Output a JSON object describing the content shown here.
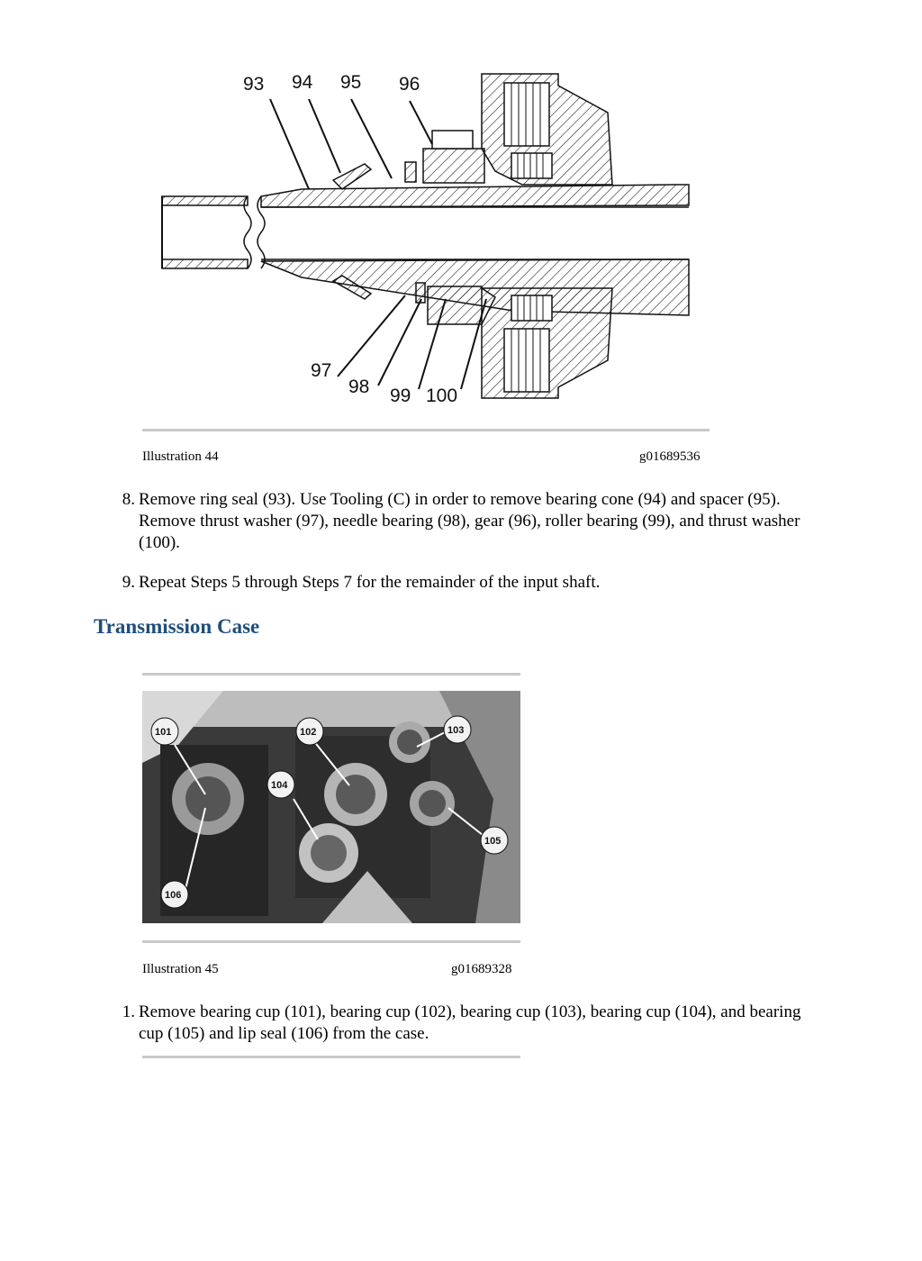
{
  "figure1": {
    "callouts": [
      "93",
      "94",
      "95",
      "96",
      "97",
      "98",
      "99",
      "100"
    ],
    "caption_left": "Illustration 44",
    "caption_right": "g01689536"
  },
  "steps_a": [
    {
      "num": "8.",
      "text": "Remove ring seal (93). Use Tooling (C) in order to remove bearing cone (94) and spacer (95). Remove thrust washer (97), needle bearing (98), gear (96), roller bearing (99), and thrust washer (100)."
    },
    {
      "num": "9.",
      "text": "Repeat Steps 5 through Steps 7 for the remainder of the input shaft."
    }
  ],
  "section": {
    "title": "Transmission Case"
  },
  "figure2": {
    "labels": [
      "101",
      "102",
      "103",
      "104",
      "105",
      "106"
    ],
    "caption_left": "Illustration 45",
    "caption_right": "g01689328"
  },
  "steps_b": [
    {
      "num": "1.",
      "text": "Remove bearing cup (101), bearing cup (102), bearing cup (103), bearing cup (104), and bearing cup (105) and lip seal (106) from the case."
    }
  ]
}
